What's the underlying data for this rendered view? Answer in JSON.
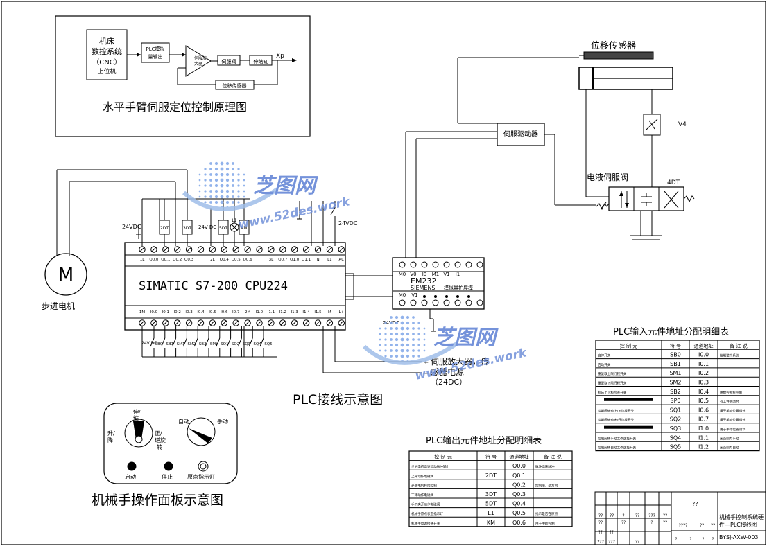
{
  "principle": {
    "title": "水平手臂伺服定位控制原理图",
    "cnc_label": [
      "机床",
      "数控系统",
      "（CNC）",
      "上位机"
    ],
    "plc_block": [
      "PLC模拟",
      "量输出"
    ],
    "amp_label": [
      "伺服放",
      "大器"
    ],
    "valve_block": "伺服阀",
    "cylinder_block": "伸缩缸",
    "sensor_block": "位移传感器",
    "output": "Xp"
  },
  "hydraulic": {
    "sensor_label": "位移传感器",
    "driver_label": "伺服驱动器",
    "valve_label": "电液伺服阀",
    "v4": "V4",
    "dt4": "4DT"
  },
  "plc": {
    "model": "SIMATIC  S7-200  CPU224",
    "top_terminals": [
      "1L",
      "Q0.0",
      "Q0.1",
      "Q0.2",
      "Q0.3",
      "",
      "2L",
      "Q0.4",
      "Q0.5",
      "Q0.6",
      "",
      "3L",
      "Q0.7",
      "Q1.0",
      "Q1.1",
      "N",
      "L1",
      "AC"
    ],
    "bottom_terminals": [
      "1M",
      "I0.0",
      "I0.1",
      "I0.2",
      "I0.3",
      "I0.4",
      "I0.5",
      "I0.6",
      "I0.7",
      "2M",
      "I1.0",
      "I1.1",
      "I1.2",
      "I1.3",
      "I1.4",
      "I1.5",
      "M",
      "L+"
    ],
    "output_devices": [
      "2DT",
      "3DT",
      "5DT",
      "L1",
      "KM"
    ],
    "supply_24vdc_a": "24VDC",
    "supply_24vdc_b": "24VDC",
    "supply_24vdc_c": "24V DC",
    "input_switches": [
      "SB0",
      "SB1",
      "SM1",
      "SM2",
      "SB2",
      "SP0",
      "SQ1",
      "SQ2",
      "SQ3",
      "SQ4",
      "SQ5"
    ],
    "input_supply": "24V DC",
    "caption": "PLC接线示意图"
  },
  "motor": {
    "symbol": "M",
    "label": "步进电机"
  },
  "em232": {
    "top_terminals": [
      "M0",
      "V0",
      "I0",
      "M1",
      "V1",
      "I1"
    ],
    "name": "EM232",
    "brand": "SIEMENS",
    "sub": "模拟量扩展模",
    "bottom_terminals": [
      "M0",
      "V1"
    ],
    "supply": "24VDC"
  },
  "amp_supply": {
    "line1": "伺服放大器，传",
    "line2": "感器电源",
    "line3": "（24DC）",
    "plus": "+",
    "minus": "−"
  },
  "panel": {
    "caption": "机械手操作面板示意图",
    "knob1_labels": [
      "伸/",
      "缩",
      "升/",
      "降",
      "正/",
      "逆旋",
      "转"
    ],
    "knob2_labels": [
      "自动",
      "手动"
    ],
    "lamp_labels": [
      "启动",
      "停止",
      "原点指示灯"
    ]
  },
  "input_table": {
    "title": "PLC输入元件地址分配明细表",
    "headers": [
      "控 制 元",
      "符 号",
      "通道地址",
      "备 注 说"
    ],
    "rows": [
      [
        "启停开关",
        "SB0",
        "I0.0",
        "控制整个系统"
      ],
      [
        "启动开关",
        "SB1",
        "I0.1",
        ""
      ],
      [
        "重复取上限行程开关",
        "SM1",
        "I0.2",
        ""
      ],
      [
        "重复取下限行程开关",
        "SM2",
        "I0.3",
        ""
      ],
      [
        "机床上下料检查开关",
        "SB2",
        "I0.4",
        "由数控系统控制"
      ],
      [
        "",
        "SP0",
        "I0.5",
        "有工件则闭合"
      ],
      [
        "控制阀转动上/下选择开关",
        "SQ1",
        "I0.6",
        "用于手动位置调节"
      ],
      [
        "控制阀转动大/行选择开关",
        "SQ2",
        "I0.7",
        "用于手动位置调节"
      ],
      [
        "",
        "SQ3",
        "I1.0",
        "用于手动位置调节"
      ],
      [
        "控制阀转手动工作选择开关",
        "SQ4",
        "I1.1",
        "闭合则为手动"
      ],
      [
        "控制阀转自动工作选择开关",
        "SQ5",
        "I1.2",
        "闭合则为自动"
      ]
    ]
  },
  "output_table": {
    "title": "PLC输出元件地址分配明细表",
    "headers": [
      "控 制 元",
      "符 号",
      "通道地址",
      "备 注 说"
    ],
    "rows": [
      [
        "步进电机高速运动脉冲输出",
        "",
        "Q0.0",
        "脉冲高速脉冲"
      ],
      [
        "上升动作电磁阀",
        "2DT",
        "Q0.1",
        ""
      ],
      [
        "步进电机转向控制",
        "",
        "Q0.2",
        "控制顺、逆方向"
      ],
      [
        "下降动作电磁阀",
        "3DT",
        "Q0.3",
        ""
      ],
      [
        "手爪夹开动作电磁阀",
        "5DT",
        "Q0.4",
        ""
      ],
      [
        "机械手原点状态指示灯",
        "L1",
        "Q0.5",
        "指示是否在原点"
      ],
      [
        "机械手电源接通开关",
        "KM",
        "Q0.6",
        "用于中断控制"
      ]
    ]
  },
  "title_block": {
    "qq": "??",
    "name_line1": "机械手控制系统硬",
    "name_line2": "件—PLC接线图",
    "code": "BYSJ-AXW-003",
    "cells": [
      "??",
      "??",
      "?",
      "??",
      "???",
      "??",
      "??",
      "??",
      "?",
      "??",
      "??",
      "????",
      "??",
      "??",
      "??",
      "???",
      "???",
      "??",
      "?",
      "?",
      "?",
      "?"
    ]
  },
  "watermark": {
    "brand": "芝图网",
    "url": "www.52des.work"
  }
}
